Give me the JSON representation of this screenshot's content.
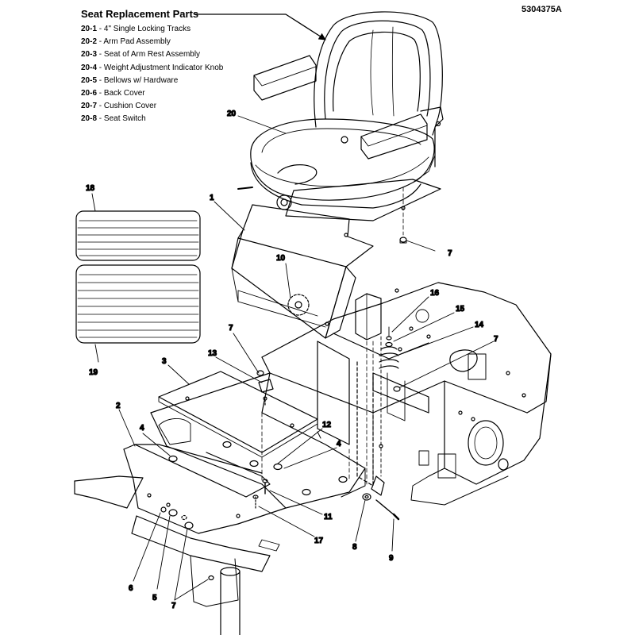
{
  "document_number": "5304375A",
  "legend": {
    "title": "Seat Replacement Parts",
    "items": [
      {
        "code": "20-1",
        "text": " - 4\" Single Locking Tracks"
      },
      {
        "code": "20-2",
        "text": " - Arm Pad Assembly"
      },
      {
        "code": "20-3",
        "text": " - Seat of Arm Rest Assembly"
      },
      {
        "code": "20-4",
        "text": " - Weight Adjustment Indicator Knob"
      },
      {
        "code": "20-5",
        "text": " - Bellows w/ Hardware"
      },
      {
        "code": "20-6",
        "text": " - Back Cover"
      },
      {
        "code": "20-7",
        "text": " - Cushion Cover"
      },
      {
        "code": "20-8",
        "text": " - Seat Switch"
      }
    ]
  },
  "callouts": {
    "c20": "20",
    "c1": "1",
    "c18": "18",
    "c19": "19",
    "c7a": "7",
    "c10": "10",
    "c16": "16",
    "c15": "15",
    "c14": "14",
    "c7b": "7",
    "c7c": "7",
    "c13": "13",
    "c3": "3",
    "c2": "2",
    "c4a": "4",
    "c12": "12",
    "c4b": "4",
    "c11": "11",
    "c17": "17",
    "c8": "8",
    "c9": "9",
    "c6": "6",
    "c5": "5",
    "c7d": "7"
  }
}
